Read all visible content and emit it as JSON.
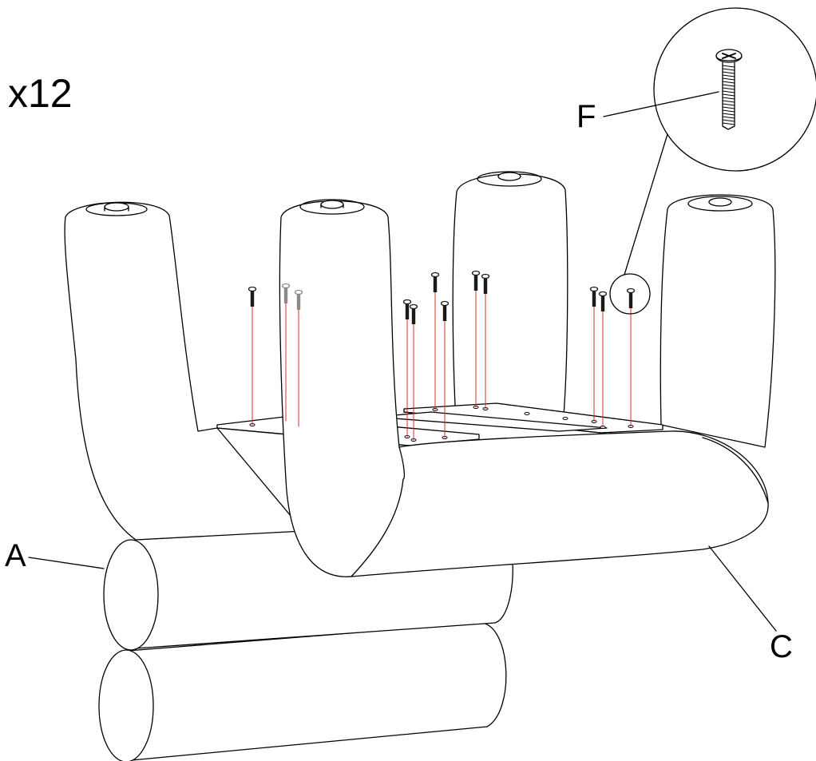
{
  "quantity_label": "x12",
  "part_labels": {
    "screw": "F",
    "base": "A",
    "frame": "C"
  },
  "colors": {
    "line": "#000000",
    "guide": "#d9302c",
    "screw_dark": "#1a1a1a",
    "screw_gray": "#8a8a8a",
    "background": "#ffffff"
  },
  "screw_count": 12
}
